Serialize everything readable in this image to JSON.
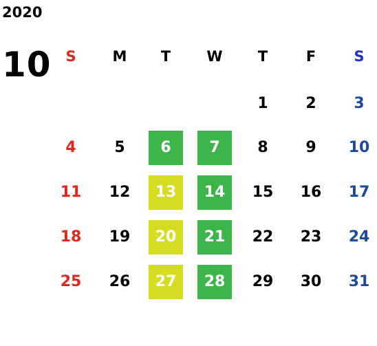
{
  "header": {
    "year": "2020",
    "month": "10"
  },
  "weekdays": [
    "S",
    "M",
    "T",
    "W",
    "T",
    "F",
    "S"
  ],
  "weeks": [
    [
      "",
      "",
      "",
      "",
      "1",
      "2",
      "3"
    ],
    [
      "4",
      "5",
      "6",
      "7",
      "8",
      "9",
      "10"
    ],
    [
      "11",
      "12",
      "13",
      "14",
      "15",
      "16",
      "17"
    ],
    [
      "18",
      "19",
      "20",
      "21",
      "22",
      "23",
      "24"
    ],
    [
      "25",
      "26",
      "27",
      "28",
      "29",
      "30",
      "31"
    ]
  ],
  "highlights": {
    "6": "green",
    "7": "green",
    "13": "yellow",
    "14": "green",
    "20": "yellow",
    "21": "green",
    "27": "yellow",
    "28": "green"
  },
  "colors": {
    "sunday": "#e0261d",
    "saturday_header": "#1f2fd6",
    "saturday": "#1e4a9c",
    "highlight_green": "#3cb54a",
    "highlight_yellow": "#d4dd20"
  }
}
